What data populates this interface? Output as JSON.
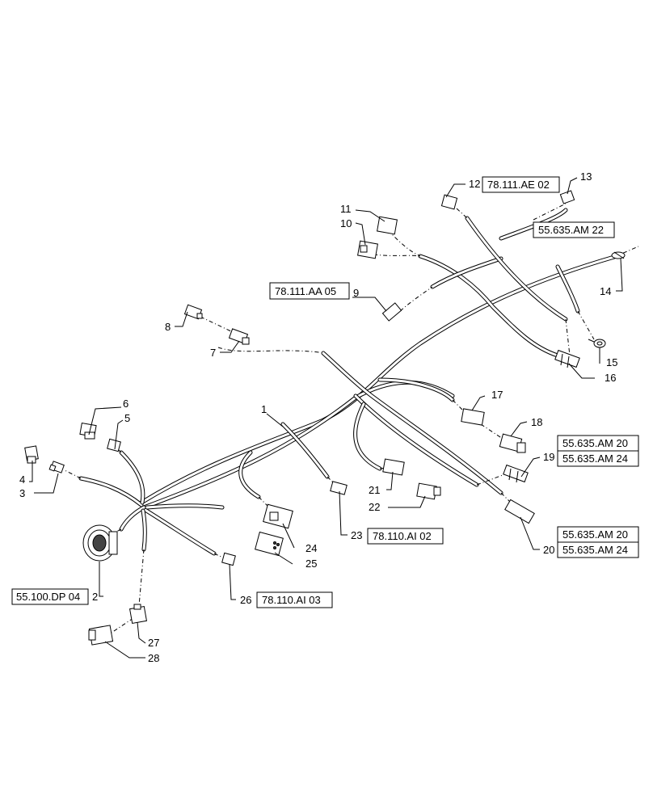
{
  "callouts": [
    {
      "num": "1"
    },
    {
      "num": "2"
    },
    {
      "num": "3"
    },
    {
      "num": "4"
    },
    {
      "num": "5"
    },
    {
      "num": "6"
    },
    {
      "num": "7"
    },
    {
      "num": "8"
    },
    {
      "num": "9"
    },
    {
      "num": "10"
    },
    {
      "num": "11"
    },
    {
      "num": "12"
    },
    {
      "num": "13"
    },
    {
      "num": "14"
    },
    {
      "num": "15"
    },
    {
      "num": "16"
    },
    {
      "num": "17"
    },
    {
      "num": "18"
    },
    {
      "num": "19"
    },
    {
      "num": "20"
    },
    {
      "num": "21"
    },
    {
      "num": "22"
    },
    {
      "num": "23"
    },
    {
      "num": "24"
    },
    {
      "num": "25"
    },
    {
      "num": "26"
    },
    {
      "num": "27"
    },
    {
      "num": "28"
    }
  ],
  "references": [
    {
      "text": "78.111.AE 02"
    },
    {
      "text": "55.635.AM 22"
    },
    {
      "text": "78.111.AA 05"
    },
    {
      "text": "55.635.AM 20"
    },
    {
      "text": "55.635.AM 24"
    },
    {
      "text": "78.110.AI 02"
    },
    {
      "text": "55.635.AM 20"
    },
    {
      "text": "55.635.AM 24"
    },
    {
      "text": "55.100.DP 04"
    },
    {
      "text": "78.110.AI 03"
    }
  ]
}
